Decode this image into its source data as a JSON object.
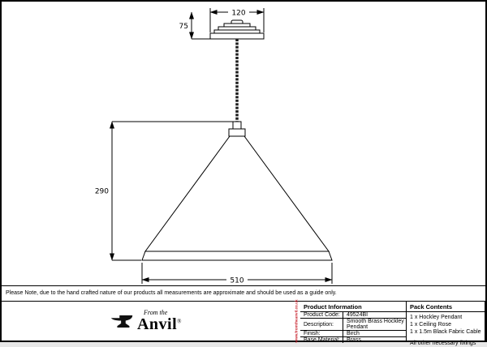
{
  "drawing": {
    "dims": {
      "rose_width": "120",
      "rose_height": "75",
      "shade_height": "290",
      "shade_width": "510"
    }
  },
  "note": "Please Note, due to the hand crafted nature of our products all measurements are approximate and should be used as a guide only.",
  "table": {
    "product_info_header": "Product Information",
    "pack_contents_header": "Pack Contents",
    "rows": [
      {
        "label": "Product Code:",
        "value": "49524BI"
      },
      {
        "label": "Description:",
        "value": "Smooth Brass Hockley Pendant"
      },
      {
        "label": "Finish:",
        "value": "Birch"
      },
      {
        "label": "Base Material:",
        "value": "Brass"
      }
    ],
    "pack_contents": [
      "1 x Hockley Pendant",
      "1 x Ceiling Rose",
      "1 x 1.5m Black Fabric Cable"
    ],
    "pack_contents_note": "All other necessary fixings"
  },
  "logo": {
    "from_the": "From the",
    "anvil": "Anvil",
    "registered": "®",
    "website": "www.fromtheanvil.co.uk"
  },
  "colors": {
    "accent_red": "#c8202b",
    "line_black": "#000000"
  }
}
